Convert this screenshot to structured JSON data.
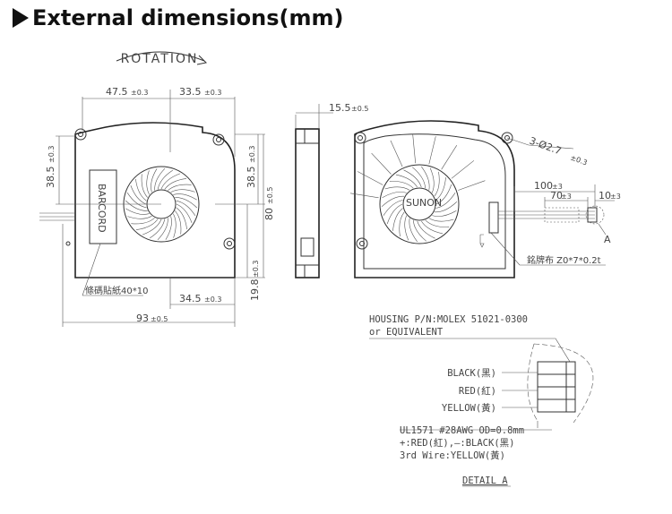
{
  "title": "External dimensions(mm)",
  "rotation_label": "ROTATION",
  "front_view": {
    "dim_top_left": "47.5",
    "dim_top_left_tol": "±0.3",
    "dim_top_right": "33.5",
    "dim_top_right_tol": "±0.3",
    "dim_left": "38.5",
    "dim_left_tol": "±0.3",
    "dim_right": "38.5",
    "dim_right_tol": "±0.3",
    "dim_height": "80",
    "dim_height_tol": "±0.5",
    "dim_bottom_right": "19.8",
    "dim_bottom_right_tol": "±0.3",
    "dim_inner": "34.5",
    "dim_inner_tol": "±0.3",
    "dim_width": "93",
    "dim_width_tol": "±0.5",
    "barcode_label": "BARCORD",
    "barcode_note": "條碼貼紙40*10"
  },
  "side_view": {
    "dim_thickness": "15.5",
    "dim_thickness_tol": "±0.5"
  },
  "back_view": {
    "brand": "SUNON",
    "hole_dim": "3-Ø2.7",
    "hole_dim_tol": "±0.3",
    "dim_cable": "100",
    "dim_cable_tol": "±3",
    "dim_strip": "70",
    "dim_strip_tol": "±3",
    "dim_end": "10",
    "dim_end_tol": "±3",
    "detail_marker": "A",
    "label_note": "銘牌布 Z0*7*0.2t"
  },
  "detail": {
    "housing_line1": "HOUSING P/N:MOLEX 51021-0300",
    "housing_line2": "or EQUIVALENT",
    "wire_black": "BLACK(黑)",
    "wire_red": "RED(紅)",
    "wire_yellow": "YELLOW(黃)",
    "spec_line1": "UL1571 #28AWG OD=0.8mm",
    "spec_line2": "+:RED(紅),—:BLACK(黑)",
    "spec_line3": "3rd Wire:YELLOW(黃)",
    "caption": "DETAIL A"
  },
  "colors": {
    "line": "#333333",
    "text": "#444444",
    "title": "#111111"
  }
}
